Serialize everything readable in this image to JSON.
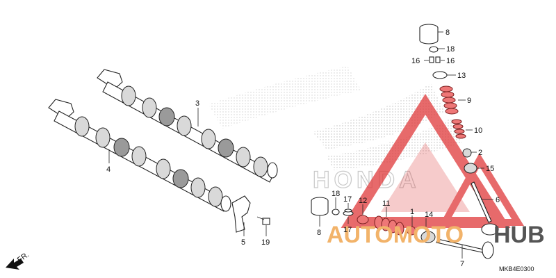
{
  "parts": {
    "camshaft_upper": "3",
    "camshaft_lower": "4",
    "bracket": "5",
    "bolt": "19",
    "shim_left": "8",
    "retainer_left": "18",
    "cotter_left": "17",
    "seal_left": "12",
    "spring_left": "11",
    "seat_left": "1",
    "guide_left": "14",
    "valve_exhaust": "7",
    "valve_intake": "6",
    "shim_top": "8",
    "retainer_top": "18",
    "cotter_top_a": "16",
    "cotter_top_b": "16",
    "seat_top": "13",
    "spring_outer": "9",
    "spring_inner": "10",
    "seal_right": "2",
    "guide_right": "15"
  },
  "direction_label": "FR.",
  "diagram_code": "MKB4E0300",
  "watermark": {
    "brand_left": "AUTOMOTO",
    "brand_right": "HUB",
    "honda_text": "HONDA"
  },
  "colors": {
    "watermark_red": "#e0393a",
    "watermark_orange": "#f2b36a",
    "watermark_gray": "#555555"
  }
}
